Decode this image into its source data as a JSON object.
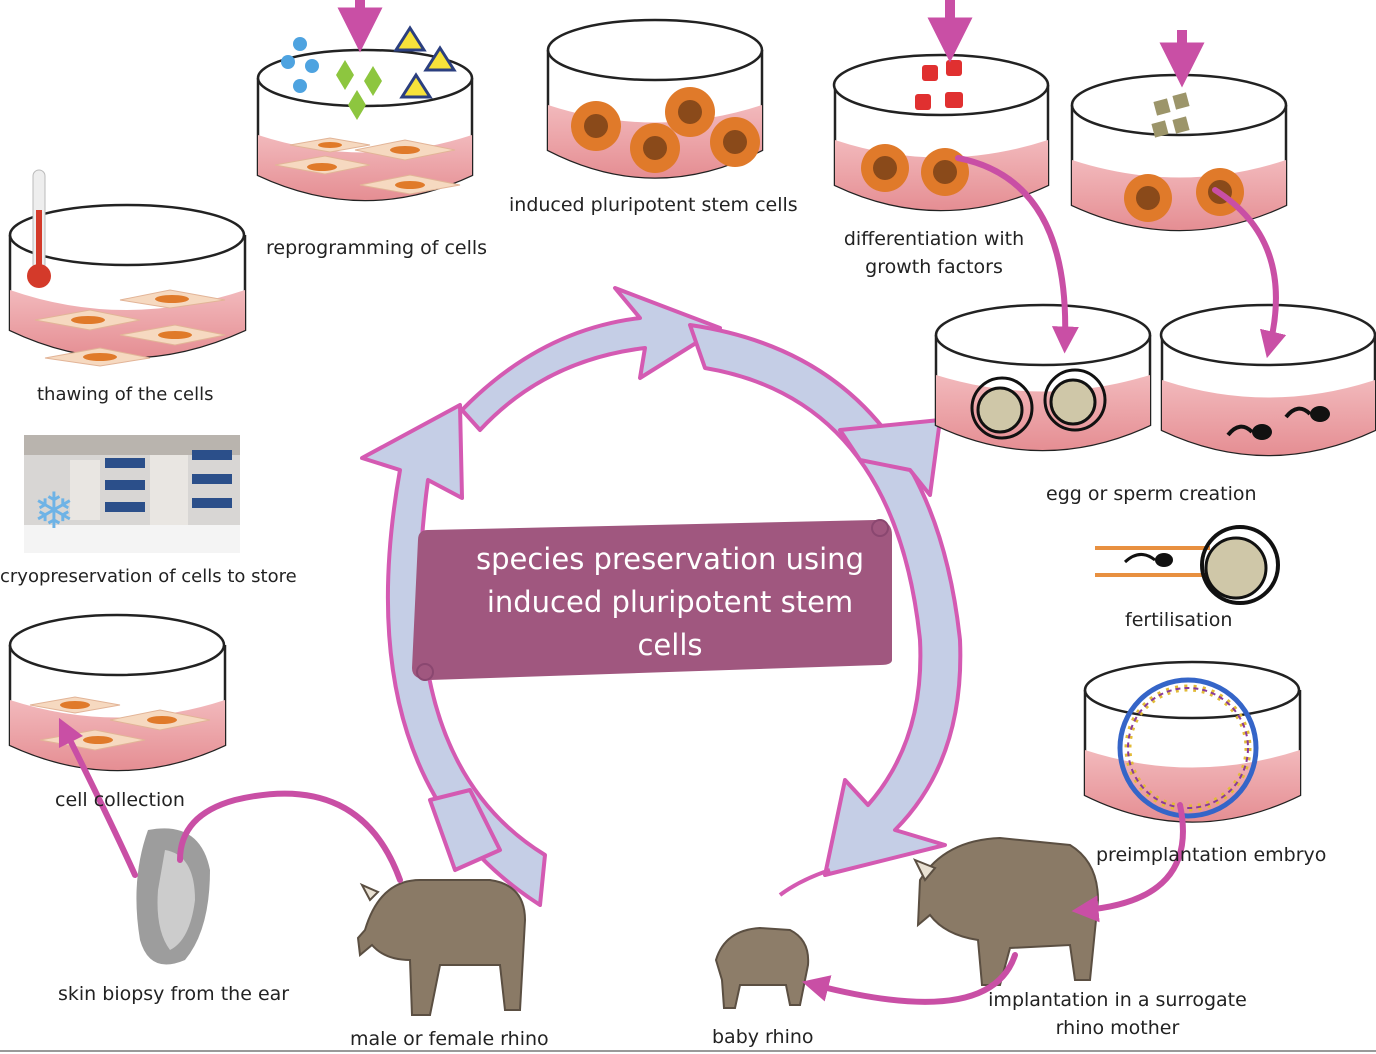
{
  "title": "species preservation using induced pluripotent stem cells",
  "steps": {
    "thawing": "thawing of the cells",
    "reprogramming": "reprogramming  of cells",
    "ipsc": "induced pluripotent  stem cells",
    "differentiation": "differentiation with\ngrowth factors",
    "gametes": "egg or sperm  creation",
    "fertilisation": "fertilisation",
    "embryo": "preimplantation embryo",
    "implantation": "implantation  in a surrogate\nrhino mother",
    "baby": "baby rhino",
    "adult": "male or female rhino",
    "biopsy": "skin biopsy from the ear",
    "collection": "cell collection",
    "cryo": "cryopreservation of cells to store"
  },
  "colors": {
    "cycle_fill": "#c5cee6",
    "cycle_stroke": "#d45ab2",
    "banner": "#a0577f",
    "medium": "#eca3a6",
    "arrow": "#c94fa5",
    "cell_orange": "#e07a2a"
  }
}
